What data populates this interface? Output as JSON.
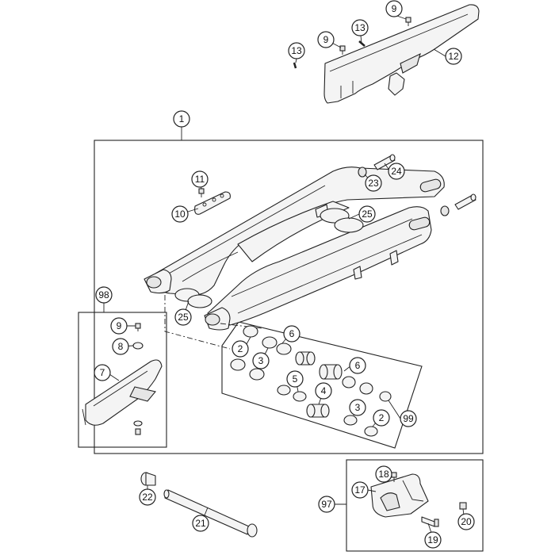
{
  "callouts": [
    {
      "id": "1",
      "label": "1"
    },
    {
      "id": "2a",
      "label": "2"
    },
    {
      "id": "2b",
      "label": "2"
    },
    {
      "id": "3a",
      "label": "3"
    },
    {
      "id": "3b",
      "label": "3"
    },
    {
      "id": "4",
      "label": "4"
    },
    {
      "id": "5",
      "label": "5"
    },
    {
      "id": "6a",
      "label": "6"
    },
    {
      "id": "6b",
      "label": "6"
    },
    {
      "id": "7",
      "label": "7"
    },
    {
      "id": "8",
      "label": "8"
    },
    {
      "id": "9a",
      "label": "9"
    },
    {
      "id": "9b",
      "label": "9"
    },
    {
      "id": "9c",
      "label": "9"
    },
    {
      "id": "10",
      "label": "10"
    },
    {
      "id": "11",
      "label": "11"
    },
    {
      "id": "12",
      "label": "12"
    },
    {
      "id": "13a",
      "label": "13"
    },
    {
      "id": "13b",
      "label": "13"
    },
    {
      "id": "17",
      "label": "17"
    },
    {
      "id": "18",
      "label": "18"
    },
    {
      "id": "19",
      "label": "19"
    },
    {
      "id": "20",
      "label": "20"
    },
    {
      "id": "21",
      "label": "21"
    },
    {
      "id": "22",
      "label": "22"
    },
    {
      "id": "23",
      "label": "23"
    },
    {
      "id": "24",
      "label": "24"
    },
    {
      "id": "25a",
      "label": "25"
    },
    {
      "id": "25b",
      "label": "25"
    },
    {
      "id": "97",
      "label": "97"
    },
    {
      "id": "98",
      "label": "98"
    },
    {
      "id": "99",
      "label": "99"
    }
  ]
}
